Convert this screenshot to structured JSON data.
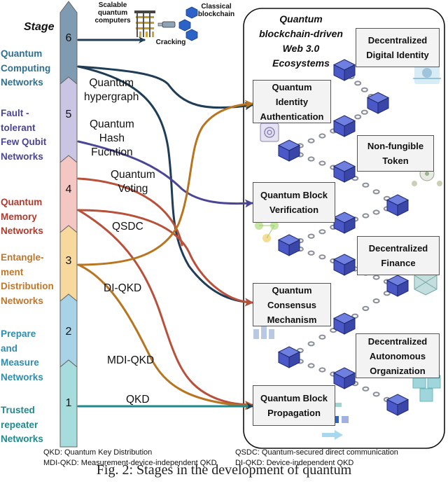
{
  "stage_title": "Stage",
  "stages": [
    {
      "num": "6",
      "color": "#7f9bb1",
      "network": [
        "Quantum",
        "Computing",
        "Networks"
      ],
      "network_color": "#2e6f93"
    },
    {
      "num": "5",
      "color": "#c9c5e3",
      "network": [
        "Fault -",
        "tolerant",
        "Few Qubit",
        "Networks"
      ],
      "network_color": "#4a4696"
    },
    {
      "num": "4",
      "color": "#f4c7c2",
      "network": [
        "Quantum",
        "Memory",
        "Networks"
      ],
      "network_color": "#b23a2c"
    },
    {
      "num": "3",
      "color": "#f8d99d",
      "network": [
        "Entangle-",
        "ment",
        "Distribution",
        "Networks"
      ],
      "network_color": "#c1762a"
    },
    {
      "num": "2",
      "color": "#a8d3e6",
      "network": [
        "Prepare",
        "and",
        "Measure",
        "Networks"
      ],
      "network_color": "#2d8cb0"
    },
    {
      "num": "1",
      "color": "#a6dcdb",
      "network": [
        "Trusted",
        "repeater",
        "Networks"
      ],
      "network_color": "#1e8a8f"
    }
  ],
  "technologies": [
    {
      "label": "Quantum\nhypergraph",
      "color": "#1f3d56"
    },
    {
      "label": "Quantum\nHash\nFucntion",
      "color": "#4a4696"
    },
    {
      "label": "Quantum\nVoting",
      "color": "#b23a2c"
    },
    {
      "label": "QSDC",
      "color": "#b23a2c"
    },
    {
      "label": "DI-QKD",
      "color": "#b23a2c"
    },
    {
      "label": "MDI-QKD",
      "color": "#c1762a"
    },
    {
      "label": "QKD",
      "color": "#1e8a8f"
    }
  ],
  "top_labels": {
    "scalable": "Scalable\nquantum\ncomputers",
    "classical": "Classical\nblockchain",
    "cracking": "Cracking"
  },
  "ecosystem_title": "Quantum\nblockchain-driven\nWeb 3.0\nEcosystems",
  "applications": {
    "left": [
      "Quantum\nIdentity\nAuthentication",
      "Quantum Block\nVerification",
      "Quantum\nConsensus\nMechanism",
      "Quantum Block\nPropagation"
    ],
    "right": [
      "Decentralized\nDigital Identity",
      "Non-fungible\nToken",
      "Decentralized\nFinance",
      "Decentralized\nAutonomous\nOrganization"
    ]
  },
  "legend": {
    "qkd": "QKD: Quantum Key Distribution",
    "mdi": "MDI-QKD: Measurement-device-independent QKD",
    "qsdc": "QSDC: Quantum-secured direct communication",
    "di": "DI-QKD: Device-independent QKD"
  },
  "caption": "Fig. 2: Stages in the development of quantum"
}
